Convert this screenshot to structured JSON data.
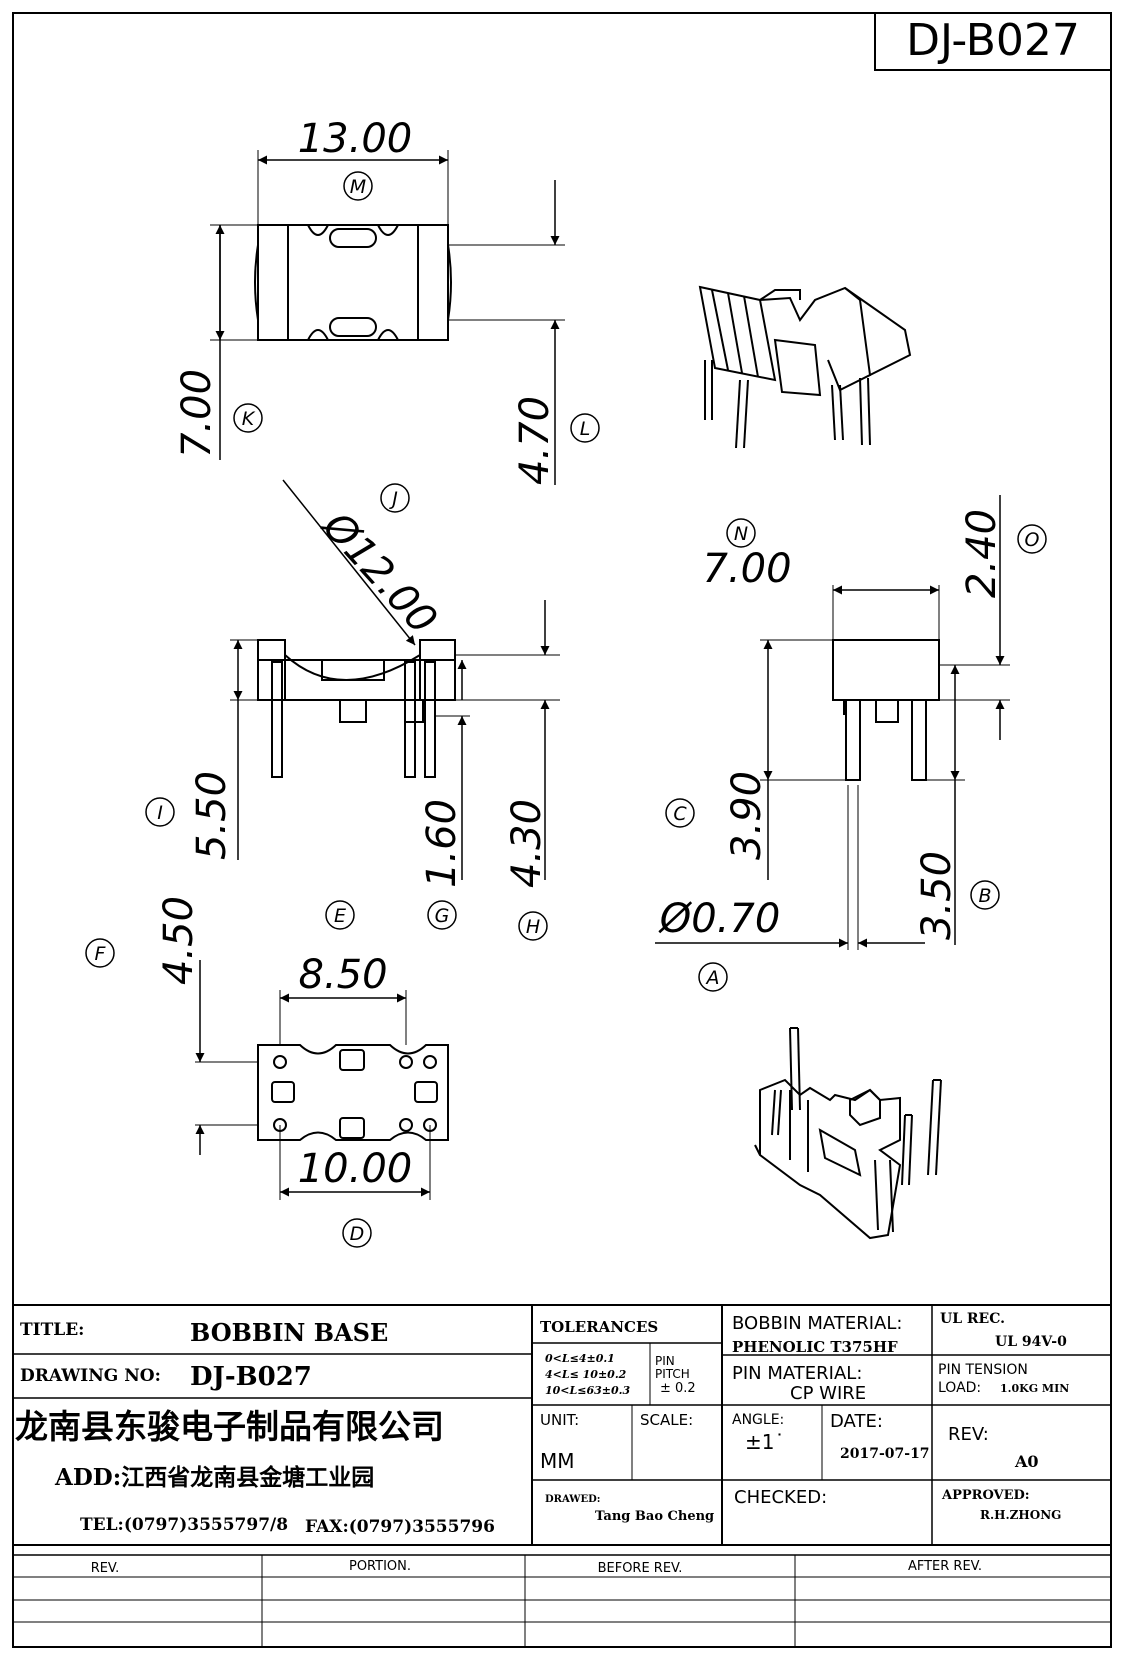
{
  "drawing": {
    "code": "DJ-B027",
    "dims": {
      "d1300": "13.00",
      "d700a": "7.00",
      "d470": "4.70",
      "d1200": "Ø12.00",
      "d700b": "7.00",
      "d240": "2.40",
      "d550": "5.50",
      "d160": "1.60",
      "d430": "4.30",
      "d390": "3.90",
      "d070": "Ø0.70",
      "d350": "3.50",
      "d450": "4.50",
      "d850": "8.50",
      "d1000": "10.00"
    },
    "labels": {
      "M": "M",
      "K": "K",
      "L": "L",
      "J": "J",
      "N": "N",
      "O": "O",
      "I": "I",
      "G": "G",
      "H": "H",
      "C": "C",
      "A": "A",
      "B": "B",
      "E": "E",
      "F": "F",
      "D": "D"
    }
  },
  "title_block": {
    "title_label": "TITLE:",
    "title_value": "BOBBIN BASE",
    "drawing_no_label": "DRAWING NO:",
    "drawing_no_value": "DJ-B027",
    "company": "龙南县东骏电子制品有限公司",
    "address": "ADD:江西省龙南县金塘工业园",
    "tel": "TEL:(0797)3555797/8",
    "fax": "FAX:(0797)3555796",
    "tolerances_label": "TOLERANCES",
    "tol_lines": [
      "0<L≤4±0.1",
      "4<L≤ 10±0.2",
      "10<L≤63±0.3"
    ],
    "pin_pitch_label1": "PIN",
    "pin_pitch_label2": "PITCH",
    "pin_pitch_value": "± 0.2",
    "unit_label": "UNIT:",
    "unit_value": "MM",
    "scale_label": "SCALE:",
    "drawed_label": "DRAWED:",
    "drawed_value": "Tang Bao Cheng",
    "bobbin_material_label": "BOBBIN MATERIAL:",
    "bobbin_material_value": "PHENOLIC T375HF",
    "pin_material_label": "PIN MATERIAL:",
    "pin_material_value": "CP WIRE",
    "angle_label": "ANGLE:",
    "angle_value": "±1˙",
    "date_label": "DATE:",
    "date_value": "2017-07-17",
    "checked_label": "CHECKED:",
    "ul_label": "UL REC.",
    "ul_value": "UL  94V-0",
    "pin_tension_label": "PIN TENSION",
    "load_label": "LOAD:",
    "load_value": "1.0KG MIN",
    "rev_label": "REV:",
    "rev_value": "A0",
    "approved_label": "APPROVED:",
    "approved_value": "R.H.ZHONG"
  },
  "revision_table": {
    "headers": [
      "REV.",
      "PORTION.",
      "BEFORE REV.",
      "AFTER REV."
    ]
  }
}
